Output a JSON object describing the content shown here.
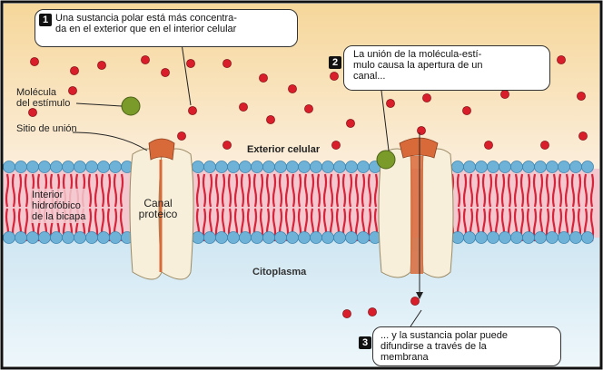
{
  "callout1": {
    "number": "1",
    "line1": "Una sustancia polar está más concentra-",
    "line2": "da en el exterior que en el interior celular"
  },
  "callout2": {
    "number": "2",
    "line1": "La unión de la molécula-estí-",
    "line2": "mulo causa la apertura de un",
    "line3": "canal..."
  },
  "callout3": {
    "number": "3",
    "line1": "... y la sustancia polar puede",
    "line2": "difundirse a través de la",
    "line3": "membrana"
  },
  "labels": {
    "stimulus_line1": "Molécula",
    "stimulus_line2": "del estímulo",
    "binding_site": "Sitio de unión",
    "exterior": "Exterior celular",
    "interior_line1": "Interior",
    "interior_line2": "hidrofóbico",
    "interior_line3": "de la bicapa",
    "channel_line1": "Canal",
    "channel_line2": "proteico",
    "cytoplasm": "Citoplasma"
  },
  "colors": {
    "exterior_top": "#f6d79a",
    "exterior_bottom": "#fbeedc",
    "cytoplasm_top": "#cfe6f2",
    "cytoplasm_bottom": "#eef7fb",
    "lipid_head": "#6fb2d8",
    "lipid_tail": "#d8233a",
    "protein": "#f7efd9",
    "protein_core": "#d86a3a",
    "solute": "#d81e2a",
    "stimulus": "#7a9a2a"
  }
}
